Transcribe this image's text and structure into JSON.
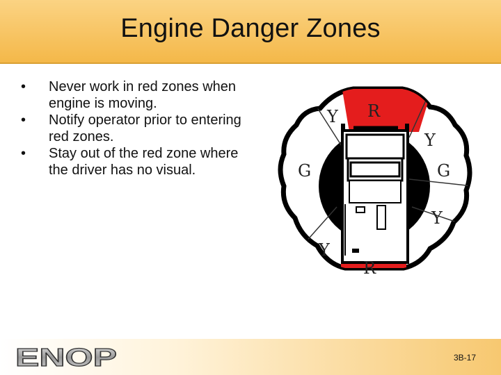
{
  "slide": {
    "title": "Engine Danger Zones",
    "bullets": [
      "Never work in red zones when engine is moving.",
      "Notify operator prior to entering red zones.",
      "Stay out of the red zone where the driver has no visual."
    ],
    "bullet_symbol": "•",
    "page_number": "3B-17",
    "logo_text": "ENOP"
  },
  "diagram": {
    "zone_labels": {
      "top_left": "Y",
      "top": "R",
      "top_right": "Y",
      "left": "G",
      "right": "G",
      "bottom_right": "Y",
      "bottom_left": "Y",
      "bottom": "R"
    },
    "colors": {
      "red_zone": "#e41d1d",
      "zone_fill": "#ffffff",
      "outline": "#000000",
      "title_bar": "#f4b849"
    }
  }
}
